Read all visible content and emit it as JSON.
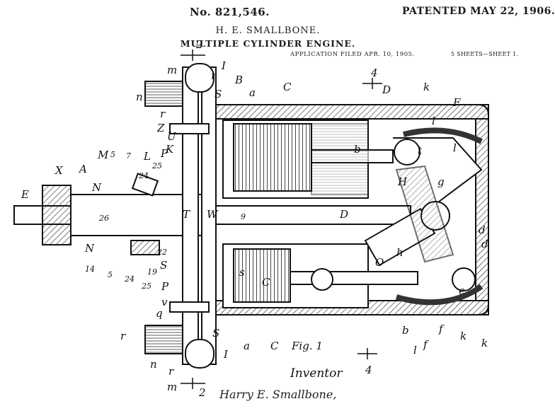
{
  "header": {
    "patent_number": "No. 821,546.",
    "patent_date": "PATENTED MAY 22, 1906.",
    "inventor_name": "H. E. SMALLBONE.",
    "title": "MULTIPLE CYLINDER ENGINE.",
    "filed": "APPLICATION FILED APR. 10, 1905.",
    "sheets": "5 SHEETS—SHEET 1."
  },
  "figure": {
    "label": "Fig. 1",
    "section_marks": [
      "2",
      "2",
      "4",
      "4"
    ],
    "reference_letters": [
      "m",
      "r",
      "I",
      "B",
      "n",
      "S",
      "a",
      "C",
      "D",
      "k",
      "F",
      "r",
      "Z",
      "U",
      "P",
      "K",
      "M",
      "5",
      "7",
      "24",
      "L",
      "25",
      "X",
      "A",
      "N",
      "E",
      "26",
      "T",
      "W",
      "9",
      "D",
      "t",
      "H",
      "g",
      "h",
      "O",
      "N",
      "14",
      "5",
      "24",
      "25",
      "19",
      "22",
      "S",
      "s",
      "C",
      "d",
      "d",
      "e",
      "f",
      "q",
      "v",
      "r",
      "P",
      "a",
      "C",
      "b",
      "f",
      "l",
      "k",
      "k",
      "n",
      "r",
      "m",
      "I",
      "S",
      "b",
      "l",
      "l"
    ]
  },
  "inventor_label": "Inventor",
  "signature": "Harry E. Smallbone,"
}
